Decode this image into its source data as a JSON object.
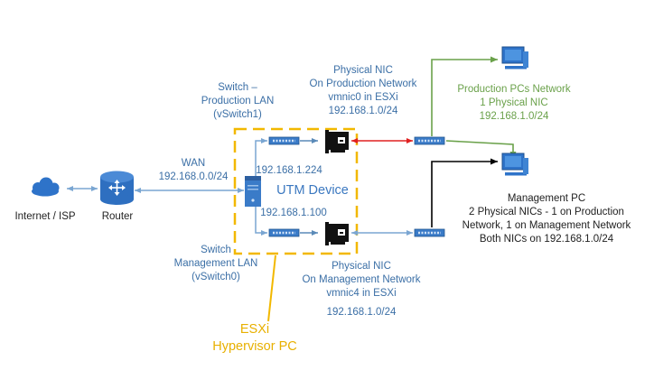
{
  "nodes": {
    "internet": "Internet / ISP",
    "router": "Router",
    "wan": [
      "WAN",
      "192.168.0.0/24"
    ],
    "switch_prod": [
      "Switch –",
      "Production LAN",
      "(vSwitch1)"
    ],
    "switch_mgmt": [
      "Switch",
      "Management LAN",
      "(vSwitch0)"
    ],
    "nic_prod": [
      "Physical NIC",
      "On Production Network",
      "vmnic0 in ESXi",
      "192.168.1.0/24"
    ],
    "nic_mgmt": [
      "Physical NIC",
      "On Management Network",
      "vmnic4 in ESXi",
      "192.168.1.0/24"
    ],
    "utm": "UTM Device",
    "utm_ip_top": "192.168.1.224",
    "utm_ip_bottom": "192.168.1.100",
    "esxi": [
      "ESXi",
      "Hypervisor PC"
    ],
    "prod_pcs": [
      "Production PCs Network",
      "1 Physical NIC",
      "192.168.1.0/24"
    ],
    "mgmt_pc": [
      "Management PC",
      "2 Physical NICs - 1 on Production",
      "Network, 1 on Management Network",
      "Both NICs on 192.168.1.0/24"
    ]
  },
  "colors": {
    "link": "#7aa6d2",
    "production": "#6aa14a",
    "management": "#000000",
    "prod_nic_link": "#e02020",
    "esxi_border": "#f2b800",
    "device": "#3a7bc8"
  },
  "icons": [
    "cloud-icon",
    "router-icon",
    "server-icon",
    "switch-icon",
    "nic-card-icon",
    "desktop-pc-icon"
  ]
}
